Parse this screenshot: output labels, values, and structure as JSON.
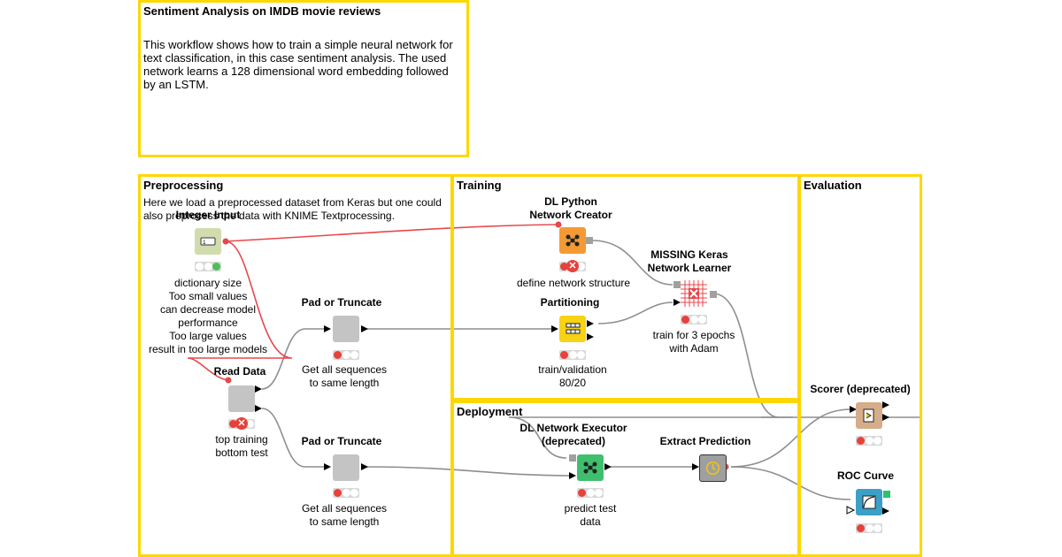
{
  "intro": {
    "title": "Sentiment Analysis on IMDB movie reviews",
    "text": "This workflow shows how to train a simple neural network for text classification, in this case sentiment analysis. The used network learns a 128 dimensional word embedding followed by an LSTM."
  },
  "sections": {
    "preprocessing": {
      "title": "Preprocessing",
      "text": "Here we load a preprocessed dataset from Keras but one could also preprocess the data with KNIME Textprocessing."
    },
    "training": {
      "title": "Training"
    },
    "evaluation": {
      "title": "Evaluation"
    },
    "deployment": {
      "title": "Deployment"
    }
  },
  "nodes": {
    "integer_input": {
      "title": "Integer Input",
      "label": "dictionary size\nToo small values\ncan decrease model\nperformance\nToo large values\nresult in too large models",
      "status": "executed"
    },
    "read_data": {
      "title": "Read Data",
      "label": "top training\nbottom test",
      "status": "error"
    },
    "pad_truncate_1": {
      "title": "Pad or Truncate",
      "label": "Get all sequences\nto same length",
      "status": "idle"
    },
    "pad_truncate_2": {
      "title": "Pad or Truncate",
      "label": "Get all sequences\nto same length",
      "status": "idle"
    },
    "dl_python_creator": {
      "title": "DL Python\nNetwork Creator",
      "label": "define network structure",
      "status": "error"
    },
    "partitioning": {
      "title": "Partitioning",
      "label": "train/validation\n80/20",
      "status": "idle"
    },
    "keras_learner": {
      "title": "MISSING Keras\nNetwork Learner",
      "label": "train for 3 epochs\nwith Adam",
      "status": "idle"
    },
    "dl_executor": {
      "title": "DL Network Executor\n(deprecated)",
      "label": "predict test\ndata",
      "status": "idle"
    },
    "extract_prediction": {
      "title": "Extract Prediction",
      "label": "",
      "status": "idle"
    },
    "scorer": {
      "title": "Scorer (deprecated)",
      "label": "",
      "status": "idle"
    },
    "roc_curve": {
      "title": "ROC Curve",
      "label": "",
      "status": "idle"
    }
  },
  "colors": {
    "annotation_border": "#ffd700",
    "wire": "#8e8e8e",
    "flow_variable_wire": "#e8474b",
    "node_source": "#d0dcae",
    "node_manipulator": "#c4c4c4",
    "node_learner_python": "#f39a34",
    "node_partitioning": "#f8d214",
    "node_predictor": "#3fbf6e",
    "node_extract": "#9f9f9f",
    "node_scorer": "#d5ad8a",
    "node_view": "#3aa0c7"
  },
  "icons": {
    "integer_input": "integer-input-icon",
    "dl_network": "network-icon",
    "partitioning": "partition-grid-icon",
    "keras_learner": "missing-node-icon",
    "extract": "clock-icon",
    "scorer": "scorer-icon",
    "roc": "roc-curve-icon",
    "error": "error-cross-icon"
  }
}
